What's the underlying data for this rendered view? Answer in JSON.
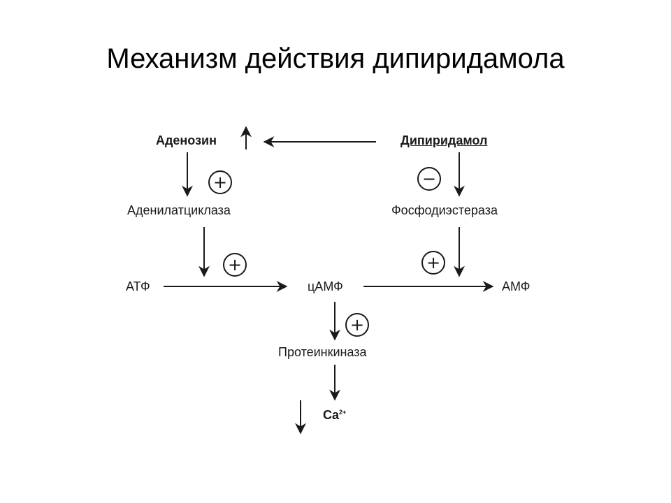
{
  "title": "Механизм действия дипиридамола",
  "nodes": {
    "adenosine": "Аденозин",
    "dipyridamole": "Дипиридамол",
    "adenylate_cyclase": "Аденилатциклаза",
    "phosphodiesterase": "Фосфодиэстераза",
    "atp": "АТФ",
    "camp": "цАМФ",
    "amp": "АМФ",
    "protein_kinase": "Протеинкиназа",
    "calcium": "Ca",
    "calcium_charge": "2+"
  },
  "signs": {
    "plus": "+",
    "minus": "−"
  }
}
